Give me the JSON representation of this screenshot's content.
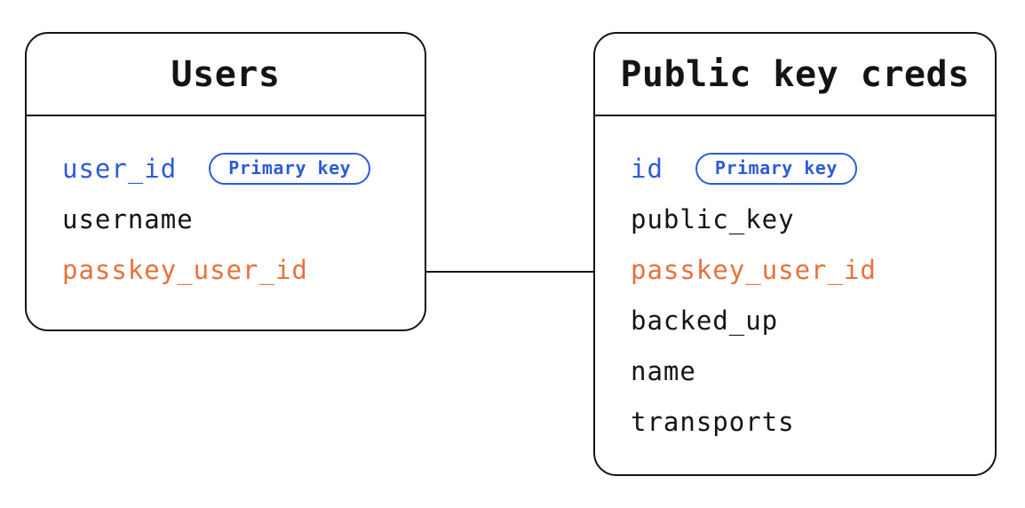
{
  "diagram": {
    "tables": [
      {
        "title": "Users",
        "fields": [
          {
            "name": "user_id",
            "color": "blue",
            "badge": "Primary key"
          },
          {
            "name": "username",
            "color": "black"
          },
          {
            "name": "passkey_user_id",
            "color": "orange"
          }
        ]
      },
      {
        "title": "Public key creds",
        "fields": [
          {
            "name": "id",
            "color": "blue",
            "badge": "Primary key"
          },
          {
            "name": "public_key",
            "color": "black"
          },
          {
            "name": "passkey_user_id",
            "color": "orange"
          },
          {
            "name": "backed_up",
            "color": "black"
          },
          {
            "name": "name",
            "color": "black"
          },
          {
            "name": "transports",
            "color": "black"
          }
        ]
      }
    ],
    "relationship": {
      "from": "Users.passkey_user_id",
      "to": "Public key creds"
    },
    "colors": {
      "line": "#141414",
      "primary_blue": "#2d5bd7",
      "accent_orange": "#e8713a",
      "background": "#ffffff"
    }
  }
}
